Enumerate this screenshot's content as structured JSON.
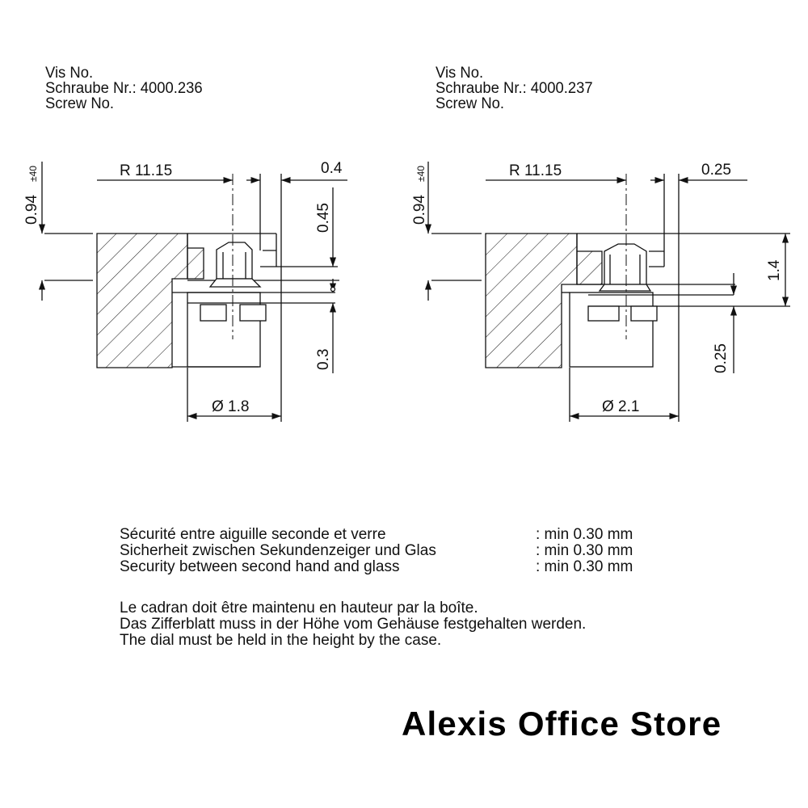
{
  "left_screw": {
    "vis": "Vis No.",
    "schraube": "Schraube Nr.: 4000.236",
    "screw": "Screw No.",
    "dims": {
      "radius": "R 11.15",
      "gap_top": "0.4",
      "height_094": "0.94",
      "tolerance": "±40",
      "v045": "0.45",
      "v03": "0.3",
      "diameter": "Ø 1.8"
    }
  },
  "right_screw": {
    "vis": "Vis No.",
    "schraube": "Schraube Nr.: 4000.237",
    "screw": "Screw No.",
    "dims": {
      "radius": "R 11.15",
      "gap_top": "0.25",
      "height_094": "0.94",
      "tolerance": "±40",
      "v14": "1.4",
      "v025": "0.25",
      "diameter": "Ø 2.1"
    }
  },
  "security": {
    "fr": "Sécurité entre aiguille seconde et verre",
    "de": "Sicherheit zwischen Sekundenzeiger und Glas",
    "en": "Security between second hand and glass",
    "value_fr": ": min 0.30 mm",
    "value_de": ": min 0.30 mm",
    "value_en": ": min 0.30 mm"
  },
  "dial_note": {
    "fr": "Le cadran doit être maintenu en hauteur par la boîte.",
    "de": "Das Zifferblatt muss in der Höhe vom Gehäuse festgehalten werden.",
    "en": "The dial must be held in the height by the case."
  },
  "watermark": "Alexis Office Store"
}
